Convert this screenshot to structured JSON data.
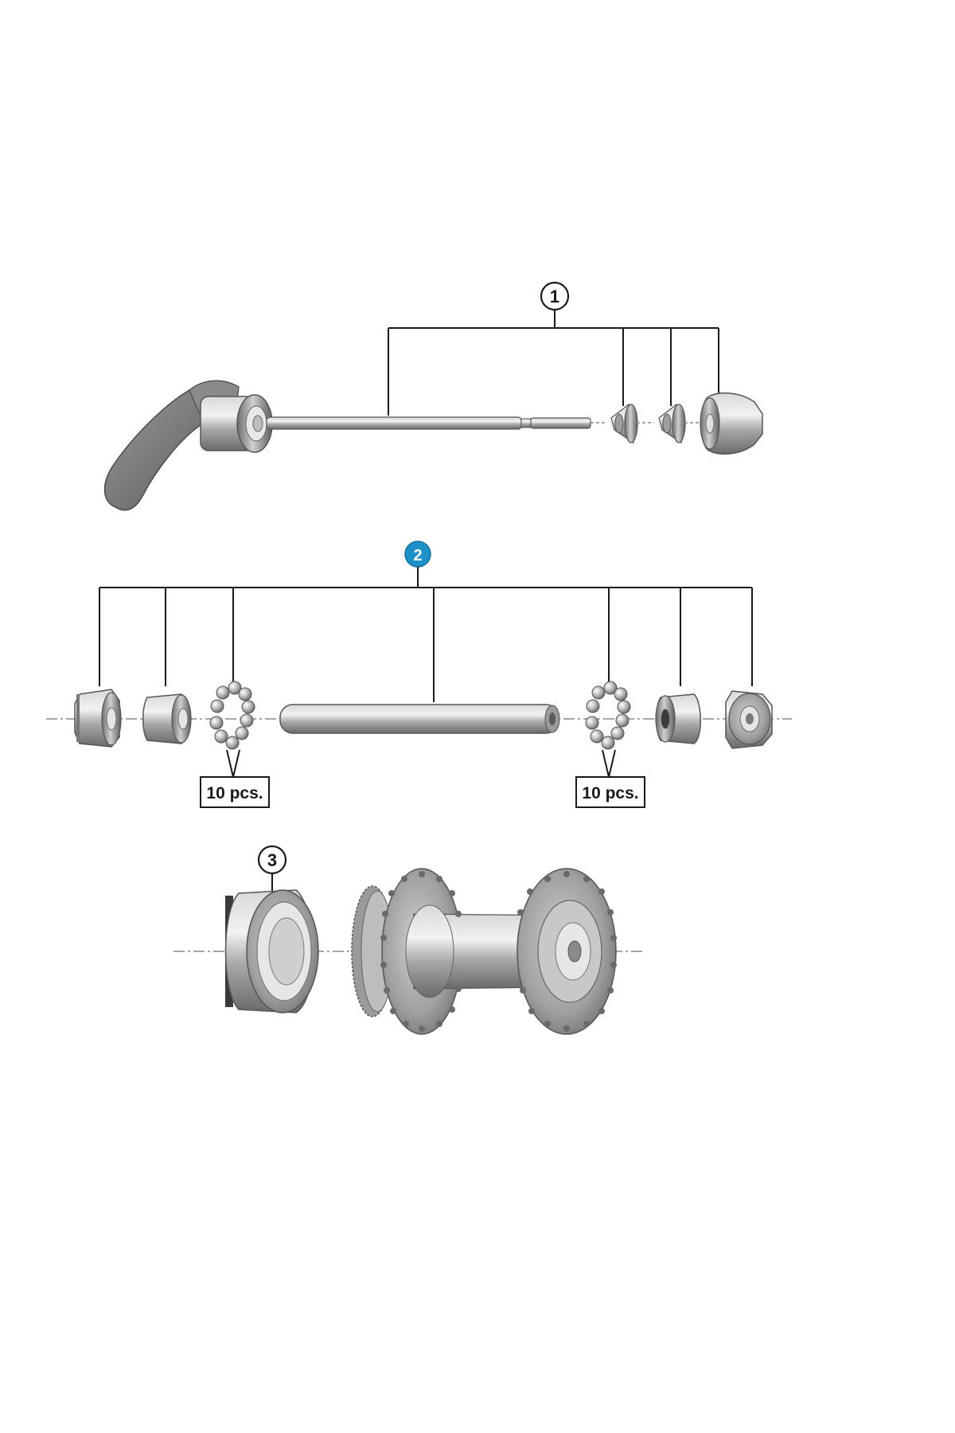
{
  "diagram": {
    "callouts": [
      {
        "id": "1",
        "text": "1",
        "style": "outline"
      },
      {
        "id": "2",
        "text": "2",
        "style": "filled",
        "fill": "#1e90c8"
      },
      {
        "id": "3",
        "text": "3",
        "style": "outline"
      }
    ],
    "quantity_labels": [
      {
        "text": "10 pcs."
      },
      {
        "text": "10 pcs."
      }
    ],
    "colors": {
      "line": "#1a1a1a",
      "metal_dark": "#6e6e6e",
      "metal_mid": "#a8a8a8",
      "metal_light": "#e6e6e6",
      "accent_callout": "#1e90c8"
    },
    "parts": [
      "quick-release-lever",
      "quick-release-skewer",
      "skewer-spring",
      "skewer-spring",
      "skewer-nut",
      "lock-nut",
      "cone",
      "ball-bearings",
      "hub-axle",
      "ball-bearings",
      "cone",
      "lock-nut",
      "dust-cap",
      "hub-body"
    ]
  }
}
